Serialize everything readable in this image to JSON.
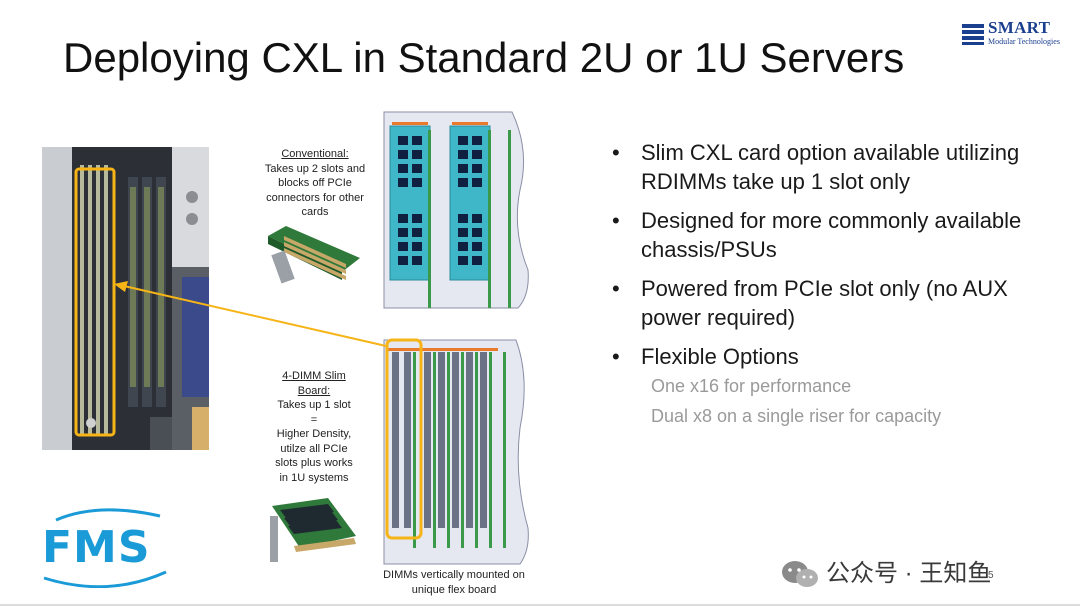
{
  "slide": {
    "title": "Deploying CXL in Standard 2U or 1U Servers",
    "logo": {
      "name": "SMART",
      "tagline": "Modular Technologies"
    },
    "bullets": [
      "Slim CXL card option available utilizing RDIMMs take up 1 slot only",
      "Designed for more commonly available chassis/PSUs",
      "Powered from PCIe slot only (no AUX power required)",
      "Flexible Options"
    ],
    "sub_options": [
      "One x16 for performance",
      "Dual x8 on a single riser for capacity"
    ],
    "conventional": {
      "heading": "Conventional:",
      "lines": [
        "Takes up 2 slots and",
        "blocks off PCIe",
        "connectors for other",
        "cards"
      ]
    },
    "slim": {
      "heading_lines": [
        "4-DIMM Slim",
        "Board:"
      ],
      "lines": [
        "Takes up 1 slot",
        "=",
        "Higher Density,",
        "utilze all PCIe",
        "slots plus works",
        "in 1U systems"
      ]
    },
    "bottom_caption": [
      "DIMMs vertically mounted on",
      "unique flex board"
    ],
    "fms_logo": "FMS",
    "watermark": "公众号 · 王知鱼",
    "page_number": "5",
    "colors": {
      "accent_orange": "#f6b417",
      "board_cyan": "#3fb7c8",
      "connector_green": "#3a9a4a",
      "fms_blue": "#1a9bd7"
    }
  }
}
